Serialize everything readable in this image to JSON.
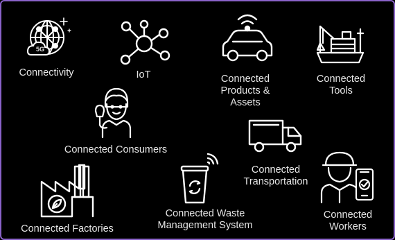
{
  "items": [
    {
      "id": "connectivity",
      "label": "Connectivity",
      "icon": "network-globe-5g-icon",
      "badge": "5G"
    },
    {
      "id": "iot",
      "label": "IoT",
      "icon": "iot-hub-icon"
    },
    {
      "id": "connected-products",
      "label": "Connected Products & Assets",
      "icon": "connected-car-icon"
    },
    {
      "id": "connected-tools",
      "label": "Connected Tools",
      "icon": "ship-crane-icon"
    },
    {
      "id": "connected-consumers",
      "label": "Connected Consumers",
      "icon": "consumer-person-icon"
    },
    {
      "id": "connected-transportation",
      "label": "Connected Transportation",
      "icon": "delivery-truck-icon"
    },
    {
      "id": "connected-factories",
      "label": "Connected Factories",
      "icon": "factory-icon"
    },
    {
      "id": "connected-waste",
      "label": "Connected Waste Management System",
      "icon": "smart-bin-icon"
    },
    {
      "id": "connected-workers",
      "label": "Connected Workers",
      "icon": "worker-phone-icon"
    }
  ],
  "colors": {
    "background": "#000000",
    "border": "#8a62c8",
    "text": "#e6e6e6",
    "icon": "#ffffff"
  }
}
